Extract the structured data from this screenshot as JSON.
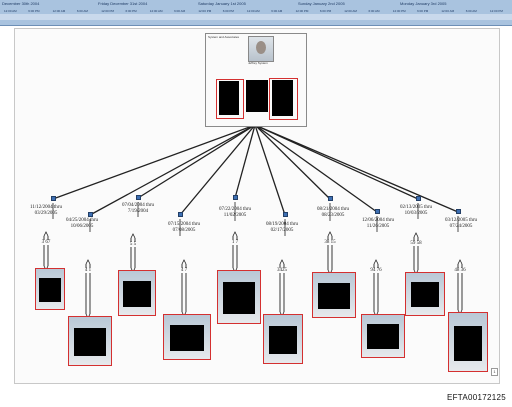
{
  "timeline": {
    "dates": [
      "December 30th 2004",
      "Friday December 31st 2004",
      "Saturday January 1st 2005",
      "Sunday January 2nd 2005",
      "Monday January 3rd 2005"
    ],
    "times": [
      "12:00 AM",
      "6:00 PM",
      "12:00 AM",
      "6:00 AM",
      "12:00 PM",
      "6:00 PM",
      "12:00 AM",
      "6:00 AM",
      "12:00 PM",
      "6:00 PM",
      "12:00 AM",
      "6:00 AM",
      "12:00 PM",
      "6:00 PM",
      "12:00 AM",
      "6:00 AM",
      "12:00 PM",
      "6:00 PM",
      "12:00 AM",
      "6:00 AM",
      "12:00 PM"
    ]
  },
  "hub": {
    "label": "System and Associates",
    "name": "Jeffrey System"
  },
  "branches": [
    {
      "period": "11/12/2004 thru\n03/29/2005",
      "count": "3 67"
    },
    {
      "period": "04/25/2004 thru\n10/06/2005",
      "count": "4 1"
    },
    {
      "period": "07/04/2004 thru\n7/19/2004",
      "count": "5 5"
    },
    {
      "period": "07/15/2004 thru\n07/08/2005",
      "count": "4 7"
    },
    {
      "period": "07/22/2004 thru\n11/02/2005",
      "count": "1 7"
    },
    {
      "period": "08/19/2004 thru\n02/17/2005",
      "count": "3425"
    },
    {
      "period": "08/21/2004 thru\n08/23/2005",
      "count": "38 15"
    },
    {
      "period": "12/06/2004 thru\n11/26/2005",
      "count": "94 76"
    },
    {
      "period": "02/13/2005 thru\n10/03/2005",
      "count": "59 58"
    },
    {
      "period": "03/12/2005 thru\n07/24/2005",
      "count": "48 36"
    }
  ],
  "page_number": "1",
  "bates": "EFTA00172125"
}
